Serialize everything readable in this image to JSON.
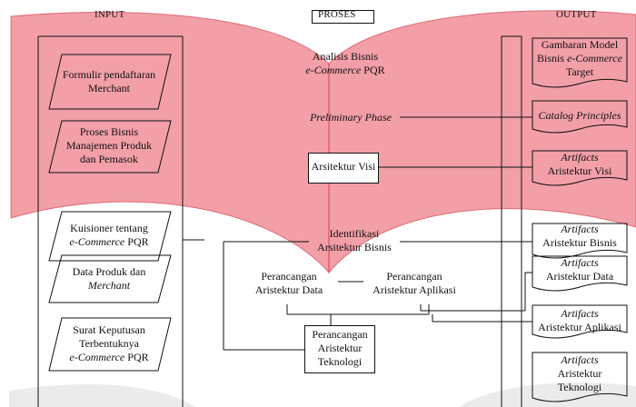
{
  "headers": {
    "input": "INPUT",
    "proses": "PROSES",
    "output": "OUTPUT"
  },
  "inputs": [
    {
      "line1": "Formulir pendaftaran",
      "line2": "Merchant"
    },
    {
      "line1": "Proses Bisnis",
      "line2": "Manajemen Produk",
      "line3": "dan Pemasok"
    },
    {
      "line1": "Kuisioner tentang",
      "line2_italic": "e-Commerce",
      "line2_rest": " PQR"
    },
    {
      "line1": "Data Produk dan",
      "line2_italic": "Merchant"
    },
    {
      "line1": "Surat Keputusan",
      "line2": "Terbentuknya",
      "line3_italic": "e-Commerce",
      "line3_rest": " PQR"
    }
  ],
  "process": {
    "analisis_line1": "Analisis Bisnis",
    "analisis_italic": "e-Commerce",
    "analisis_rest": " PQR",
    "preliminary": "Preliminary Phase",
    "visi": "Arsitektur Visi",
    "identifikasi_line1": "Identifikasi",
    "identifikasi_line2": "Arsitektur Bisnis",
    "data_line1": "Perancangan",
    "data_line2": "Aristektur Data",
    "aplikasi_line1": "Perancangan",
    "aplikasi_line2": "Aristektur Aplikasi",
    "teknologi_line1": "Perancangan",
    "teknologi_line2": "Aristektur",
    "teknologi_line3": "Teknologi"
  },
  "outputs": [
    {
      "line1": "Gambaran Model",
      "line2_plain": "Bisnis ",
      "line2_italic": "e-Commerce",
      "line3": "Target"
    },
    {
      "italic": "Catalog Principles"
    },
    {
      "italic": "Artifacts",
      "line2": "Aristektur Visi"
    },
    {
      "italic": "Artifacts",
      "line2": "Aristektur Bisnis"
    },
    {
      "italic": "Artifacts",
      "line2": "Aristektur Data"
    },
    {
      "italic": "Artifacts",
      "line2": "Aristektur Aplikasi"
    },
    {
      "italic": "Artifacts",
      "line2": "Aristektur",
      "line3": "Teknologi"
    }
  ],
  "colors": {
    "watermark": "#e8505e",
    "line": "#111111"
  }
}
